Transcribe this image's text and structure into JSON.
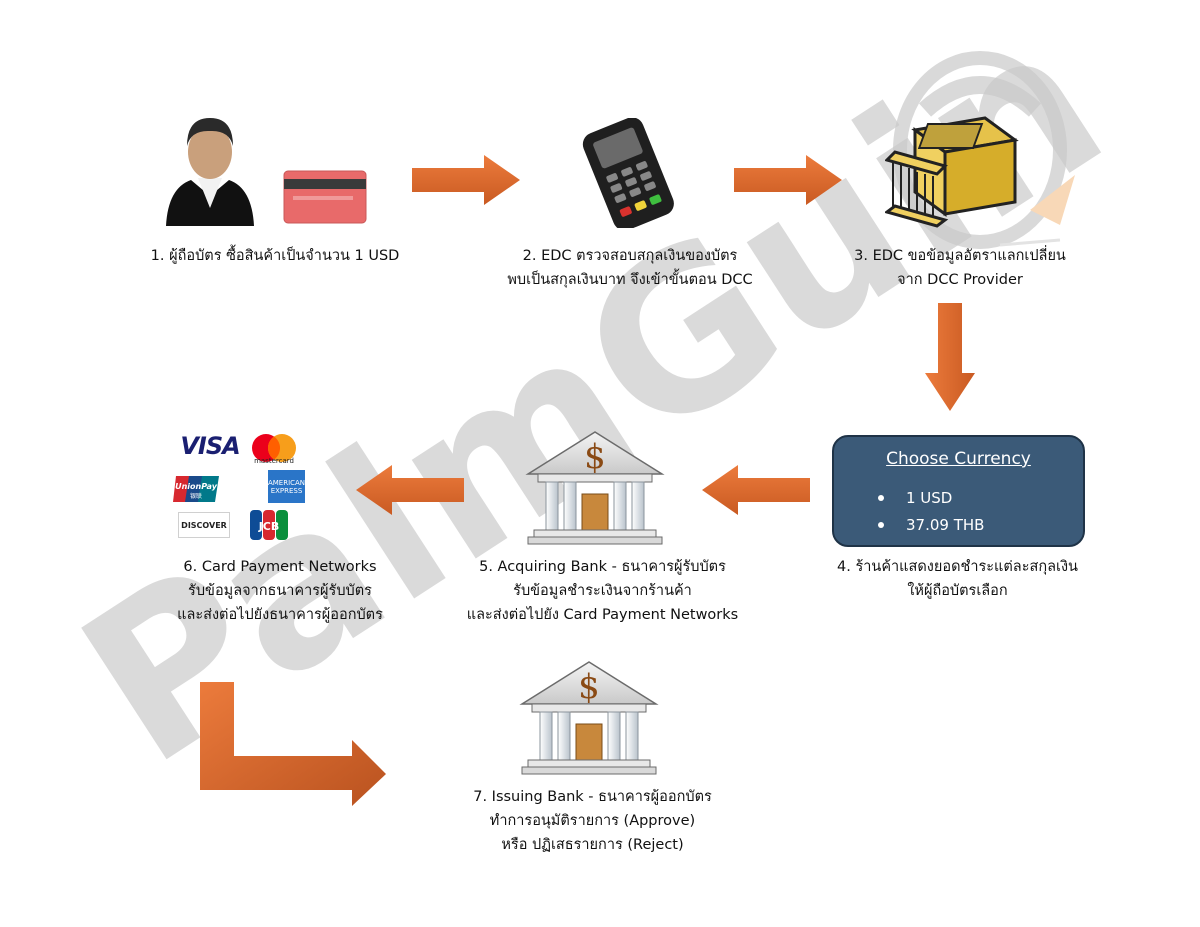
{
  "watermark": {
    "text": "PalmGuin"
  },
  "steps": {
    "s1": {
      "line1": "1. ผู้ถือบัตร ซื้อสินค้าเป็นจำนวน 1 USD"
    },
    "s2": {
      "line1": "2. EDC ตรวจสอบสกุลเงินของบัตร",
      "line2": "พบเป็นสกุลเงินบาท จึงเข้าขั้นตอน DCC"
    },
    "s3": {
      "line1": "3. EDC ขอข้อมูลอัตราแลกเปลี่ยน",
      "line2": "จาก DCC Provider"
    },
    "s4": {
      "line1": "4. ร้านค้าแสดงยอดชำระแต่ละสกุลเงิน",
      "line2": "ให้ผู้ถือบัตรเลือก"
    },
    "s5": {
      "line1": "5. Acquiring Bank - ธนาคารผู้รับบัตร",
      "line2": "รับข้อมูลชำระเงินจากร้านค้า",
      "line3": "และส่งต่อไปยัง Card Payment Networks"
    },
    "s6": {
      "line1": "6. Card Payment Networks",
      "line2": "รับข้อมูลจากธนาคารผู้รับบัตร",
      "line3": "และส่งต่อไปยังธนาคารผู้ออกบัตร"
    },
    "s7": {
      "line1": "7. Issuing Bank - ธนาคารผู้ออกบัตร",
      "line2": "ทำการอนุมัติรายการ (Approve)",
      "line3": "หรือ ปฏิเสธรายการ (Reject)"
    }
  },
  "currency_box": {
    "title": "Choose Currency",
    "options": [
      "1 USD",
      "37.09 THB"
    ]
  },
  "logos": {
    "visa": "VISA",
    "mastercard": "mastercard",
    "unionpay": "UnionPay",
    "unionpay_cn": "银联",
    "amex_line1": "AMERICAN",
    "amex_line2": "EXPRESS",
    "discover": "DISCOVER",
    "jcb": "JCB"
  },
  "icons": {
    "person": "person-icon",
    "card": "credit-card-icon",
    "edc": "edc-terminal-icon",
    "dcc": "dcc-provider-icon",
    "acquiring_bank": "bank-icon",
    "issuing_bank": "bank-icon"
  },
  "colors": {
    "arrow": "#e0692c",
    "arrow_dark": "#b9521f",
    "box_fill": "#3b5a78",
    "card": "#e86a6a",
    "gold": "#e6c24a",
    "watermark_gray": "#cfcfcf",
    "watermark_orange": "#f6c89a"
  }
}
